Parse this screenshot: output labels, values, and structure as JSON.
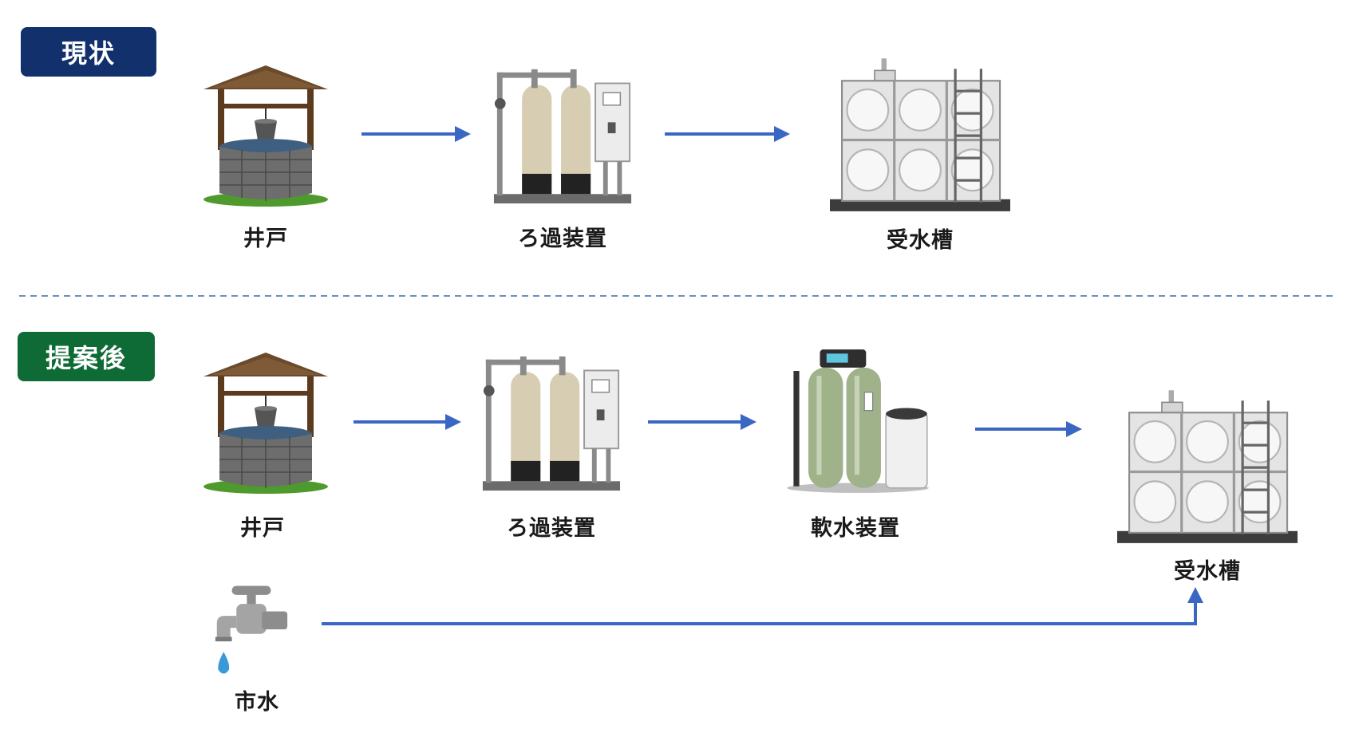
{
  "colors": {
    "current_badge": "#12306b",
    "proposed_badge": "#0f6b35",
    "arrow": "#3a66c4",
    "divider": "#6a8fbf"
  },
  "sections": {
    "current": {
      "badge": "現状",
      "nodes": {
        "well": {
          "icon": "well-icon",
          "label": "井戸"
        },
        "filter": {
          "icon": "filtration-unit-icon",
          "label": "ろ過装置"
        },
        "tank": {
          "icon": "water-tank-icon",
          "label": "受水槽"
        }
      }
    },
    "proposed": {
      "badge": "提案後",
      "nodes": {
        "well": {
          "icon": "well-icon",
          "label": "井戸"
        },
        "filter": {
          "icon": "filtration-unit-icon",
          "label": "ろ過装置"
        },
        "softener": {
          "icon": "water-softener-icon",
          "label": "軟水装置"
        },
        "tank": {
          "icon": "water-tank-icon",
          "label": "受水槽"
        },
        "city": {
          "icon": "faucet-icon",
          "label": "市水"
        }
      }
    }
  }
}
